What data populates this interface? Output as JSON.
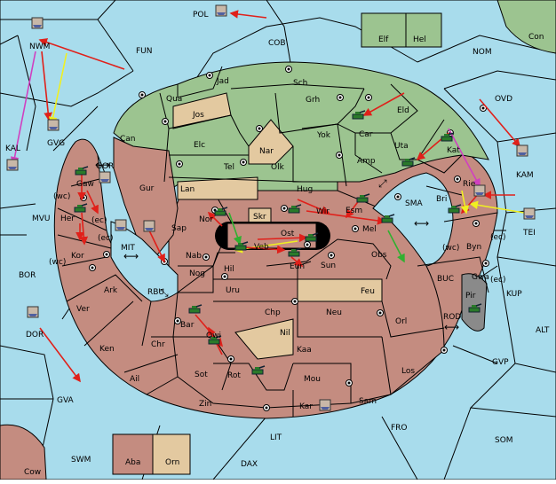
{
  "labels": {
    "pol": "POL",
    "cob": "COB",
    "fun": "FUN",
    "nom": "NOM",
    "con": "Con",
    "elf": "Elf",
    "hel": "Hel",
    "nwm": "NWM",
    "gvg": "GVG",
    "kal": "KAL",
    "ovd": "OVD",
    "kam": "KAM",
    "tei": "TEI",
    "gor": "GOR",
    "mvu": "MVU",
    "mit": "MIT",
    "bor": "BOR",
    "rbu": "RBU",
    "dor": "DOR",
    "gva": "GVA",
    "swm": "SWM",
    "cow": "Cow",
    "lit": "LIT",
    "dax": "DAX",
    "fro": "FRO",
    "som": "SOM",
    "gvp": "GVP",
    "alt": "ALT",
    "kup": "KUP",
    "buc": "BUC",
    "rod": "ROD",
    "sma": "SMA",
    "jad": "Jad",
    "sch": "Sch",
    "qua": "Qua",
    "jos": "Jos",
    "grh": "Grh",
    "can": "Can",
    "eld": "Eld",
    "yok": "Yok",
    "car": "Car",
    "elc": "Elc",
    "nar": "Nar",
    "uta": "Uta",
    "kat": "Kat",
    "tel": "Tel",
    "olk": "Olk",
    "amp": "Amp",
    "gur": "Gur",
    "lan": "Lan",
    "hug": "Hug",
    "rie": "Rie",
    "bri": "Bri",
    "esm": "Esm",
    "gaw": "Gaw",
    "nor": "Nor",
    "skr": "Skr",
    "wir": "Wir",
    "mel": "Mel",
    "her": "Her",
    "sap": "Sap",
    "ost": "Ost",
    "byn": "Byn",
    "veb": "Veb",
    "kor": "Kor",
    "nab": "Nab",
    "eun": "Eun",
    "obs": "Obs",
    "hil": "Hil",
    "sun": "Sun",
    "gwa": "Gwa",
    "nog": "Nog",
    "ark": "Ark",
    "uru": "Uru",
    "feu": "Feu",
    "pir": "Pir",
    "ver": "Ver",
    "chp": "Chp",
    "neu": "Neu",
    "bar": "Bar",
    "qwi": "Qwi",
    "orl": "Orl",
    "nil": "Nil",
    "ken": "Ken",
    "chr": "Chr",
    "kaa": "Kaa",
    "ail": "Ail",
    "sot": "Sot",
    "rot": "Rot",
    "los": "Los",
    "mou": "Mou",
    "zin": "Zin",
    "sam": "Sam",
    "kar": "Kar",
    "aba": "Aba",
    "orn": "Orn",
    "wc1": "(wc)",
    "wc2": "(wc)",
    "wc3": "(wc)",
    "ec1": "(ec)",
    "ec2": "(ec)",
    "ec3": "(ec)",
    "ec4": "(ec)",
    "ec5": "(ec)"
  },
  "colors": {
    "sea": "#a8dcec",
    "green": "#9cc490",
    "pink": "#c48c80",
    "tan": "#e3c9a0",
    "grey": "#8a8a8a",
    "move": "#e0201a",
    "support": "#f0f020",
    "convoy": "#d040c0",
    "hold": "#30b030"
  },
  "units": [
    {
      "kind": "army",
      "at": "car"
    },
    {
      "kind": "army",
      "at": "kat"
    },
    {
      "kind": "army",
      "at": "uta"
    },
    {
      "kind": "army",
      "at": "esm"
    },
    {
      "kind": "army",
      "at": "wir"
    },
    {
      "kind": "army",
      "at": "mel"
    },
    {
      "kind": "army",
      "at": "bri"
    },
    {
      "kind": "army",
      "at": "pir"
    },
    {
      "kind": "army",
      "at": "nor"
    },
    {
      "kind": "army",
      "at": "veb"
    },
    {
      "kind": "army",
      "at": "ost"
    },
    {
      "kind": "army",
      "at": "eun"
    },
    {
      "kind": "army",
      "at": "gaw"
    },
    {
      "kind": "army",
      "at": "her"
    },
    {
      "kind": "army",
      "at": "bar"
    },
    {
      "kind": "army",
      "at": "rot"
    },
    {
      "kind": "army",
      "at": "sot"
    },
    {
      "kind": "fleet",
      "at": "rie"
    },
    {
      "kind": "fleet",
      "at": "kar"
    },
    {
      "kind": "fleet",
      "at": "sap"
    },
    {
      "kind": "fleet",
      "at": "gor"
    },
    {
      "kind": "fleet",
      "at": "gvg"
    },
    {
      "kind": "fleet",
      "at": "kal"
    },
    {
      "kind": "fleet",
      "at": "nwm"
    },
    {
      "kind": "fleet",
      "at": "kam"
    },
    {
      "kind": "fleet",
      "at": "tei"
    },
    {
      "kind": "fleet",
      "at": "dor"
    },
    {
      "kind": "fleet",
      "at": "mit"
    },
    {
      "kind": "fleet",
      "at": "pol"
    }
  ]
}
